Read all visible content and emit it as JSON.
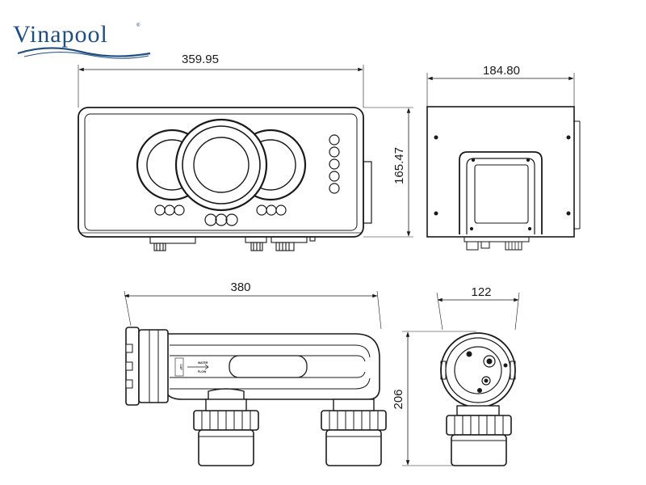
{
  "brand": {
    "name": "Vinapool",
    "registered_mark": "®",
    "color": "#1f4f82"
  },
  "dimensions": {
    "control_unit_width": "359.95",
    "control_unit_depth": "184.80",
    "control_unit_height": "165.47",
    "cell_length": "380",
    "cell_end_diameter": "122",
    "cell_height": "206"
  },
  "cell_labels": {
    "side_label": "CAP",
    "flow_label_1": "WATER",
    "flow_label_2": "FLOW"
  },
  "colors": {
    "line": "#1a1a1a",
    "fill": "#ffffff"
  }
}
